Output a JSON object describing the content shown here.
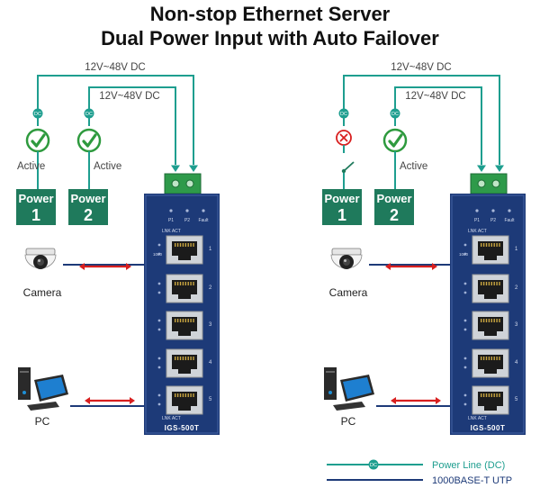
{
  "title": {
    "line1": "Non-stop Ethernet Server",
    "line2": "Dual Power Input with Auto Failover"
  },
  "colors": {
    "power_line": "#1e9e8f",
    "dc_marker": "#1e9e8f",
    "power_box": "#1f7a5c",
    "switch_body": "#1d3a78",
    "utp_line": "#1d3a78",
    "arrow": "#d81f1f",
    "ok": "#2e9a3e",
    "fail": "#d81f1f",
    "terminal": "#2e9a4a"
  },
  "panels": [
    {
      "voltage_outer": "12V~48V DC",
      "voltage_inner": "12V~48V DC",
      "power1": {
        "label": "Power",
        "num": "1",
        "status_icon": "check-icon",
        "status_text": "Active",
        "connected": true
      },
      "power2": {
        "label": "Power",
        "num": "2",
        "status_icon": "check-icon",
        "status_text": "Active",
        "connected": true
      },
      "camera_label": "Camera",
      "pc_label": "PC",
      "switch_model": "IGS-500T",
      "leds": [
        "P1",
        "P2",
        "Fault"
      ],
      "ports": [
        "1",
        "2",
        "3",
        "4",
        "5"
      ],
      "lnk_top": "LNK  ACT",
      "lnk_bottom": "LNK  ACT",
      "speed_label": "1000"
    },
    {
      "voltage_outer": "12V~48V DC",
      "voltage_inner": "12V~48V DC",
      "power1": {
        "label": "Power",
        "num": "1",
        "status_icon": "fail-x-icon",
        "status_text": "",
        "connected": false
      },
      "power2": {
        "label": "Power",
        "num": "2",
        "status_icon": "check-icon",
        "status_text": "Active",
        "connected": true
      },
      "camera_label": "Camera",
      "pc_label": "PC",
      "switch_model": "IGS-500T",
      "leds": [
        "P1",
        "P2",
        "Fault"
      ],
      "ports": [
        "1",
        "2",
        "3",
        "4",
        "5"
      ],
      "lnk_top": "LNK  ACT",
      "lnk_bottom": "LNK  ACT",
      "speed_label": "1000"
    }
  ],
  "legend": {
    "marker": "DC",
    "power_line": "Power Line (DC)",
    "utp": "1000BASE-T UTP"
  }
}
